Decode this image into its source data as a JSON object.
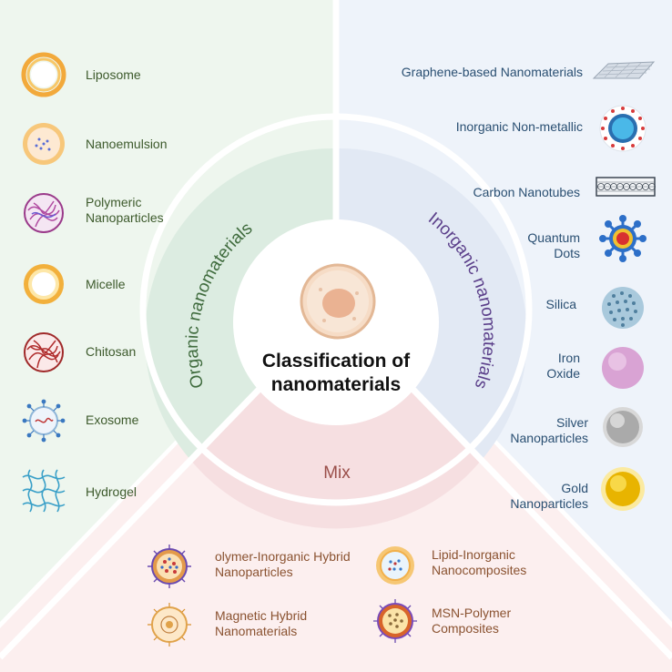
{
  "center": {
    "title_line1": "Classification of",
    "title_line2": "nanomaterials"
  },
  "ring": {
    "organic": "Organic nanomaterials",
    "inorganic": "Inorganic nanomaterials",
    "mix": "Mix"
  },
  "organic": [
    {
      "label": "Liposome",
      "icon": "liposome-icon"
    },
    {
      "label": "Nanoemulsion",
      "icon": "nanoemulsion-icon"
    },
    {
      "label": "Polymeric Nanoparticles",
      "icon": "polymeric-nanoparticle-icon"
    },
    {
      "label": "Micelle",
      "icon": "micelle-icon"
    },
    {
      "label": "Chitosan",
      "icon": "chitosan-icon"
    },
    {
      "label": "Exosome",
      "icon": "exosome-icon"
    },
    {
      "label": "Hydrogel",
      "icon": "hydrogel-icon"
    }
  ],
  "inorganic": [
    {
      "label": "Graphene-based Nanomaterials",
      "icon": "graphene-sheet-icon"
    },
    {
      "label": "Inorganic Non-metallic",
      "icon": "inorganic-nonmetallic-icon"
    },
    {
      "label": "Carbon Nanotubes",
      "icon": "carbon-nanotube-icon"
    },
    {
      "label": "Quantum Dots",
      "icon": "quantum-dot-icon"
    },
    {
      "label": "Silica",
      "icon": "silica-sphere-icon"
    },
    {
      "label": "Iron Oxide",
      "icon": "iron-oxide-sphere-icon"
    },
    {
      "label": "Silver Nanoparticles",
      "icon": "silver-sphere-icon"
    },
    {
      "label": "Gold Nanoparticles",
      "icon": "gold-sphere-icon"
    }
  ],
  "mix": [
    {
      "label": "olymer-Inorganic Hybrid Nanoparticles",
      "icon": "polymer-inorganic-hybrid-icon"
    },
    {
      "label": "Lipid-Inorganic Nanocomposites",
      "icon": "lipid-inorganic-icon"
    },
    {
      "label": "Magnetic Hybrid Nanomaterials",
      "icon": "magnetic-hybrid-icon"
    },
    {
      "label": "MSN-Polymer Composites",
      "icon": "msn-polymer-icon"
    }
  ],
  "colors": {
    "organic_bg": "#eef6ee",
    "inorganic_bg": "#eef3fa",
    "mix_bg": "#fcefef",
    "organic_ring": "#dcece1",
    "inorganic_ring": "#e2e9f4",
    "mix_ring": "#f6dfe1"
  }
}
